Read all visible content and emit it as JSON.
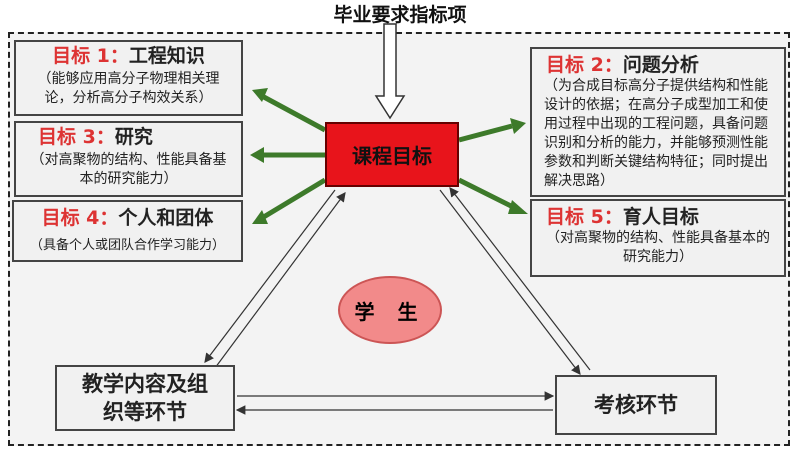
{
  "title": "毕业要求指标项",
  "core": "课程目标",
  "student": "学 生",
  "goals": [
    {
      "label": "目标 1：",
      "name": "工程知识",
      "desc": "（能够应用高分子物理相关理论，分析高分子构效关系）"
    },
    {
      "label": "目标 2：",
      "name": "问题分析",
      "desc": "（为合成目标高分子提供结构和性能设计的依据；在高分子成型加工和使用过程中出现的工程问题，具备问题识别和分析的能力，并能够预测性能参数和判断关键结构特征；同时提出解决思路）"
    },
    {
      "label": "目标 3：",
      "name": "研究",
      "desc": "（对高聚物的结构、性能具备基本的研究能力）"
    },
    {
      "label": "目标 4：",
      "name": "个人和团体",
      "desc": "（具备个人或团队合作学习能力）"
    },
    {
      "label": "目标 5：",
      "name": "育人目标",
      "desc": "（对高聚物的结构、性能具备基本的研究能力）"
    }
  ],
  "teaching": "教学内容及组织等环节",
  "assessment": "考核环节",
  "colors": {
    "core": "#e8141b",
    "arrow": "#3d7a2a",
    "label": "#d33",
    "student": "#f28a8a"
  }
}
